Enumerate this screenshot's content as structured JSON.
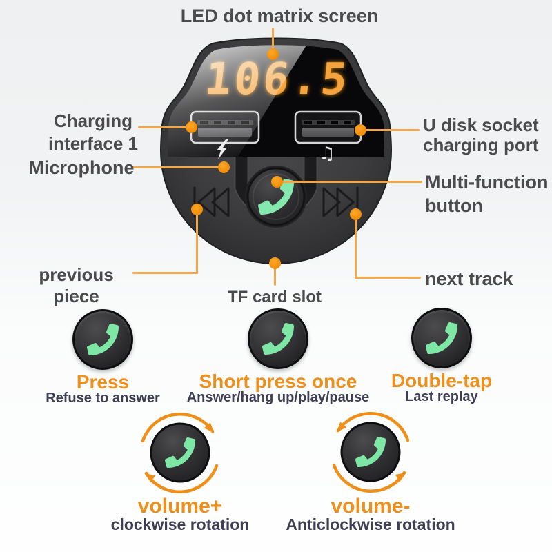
{
  "title": "LED dot matrix screen",
  "device": {
    "display": "106.5",
    "usb_music_glyph": "♫"
  },
  "labels": {
    "charging": {
      "line1": "Charging",
      "line2": "interface 1"
    },
    "microphone": "Microphone",
    "udisk": {
      "line1": "U disk socket",
      "line2": "charging port"
    },
    "multifunction": {
      "line1": "Multi-function",
      "line2": "button"
    },
    "previous": "previous piece",
    "next": "next track",
    "tf": "TF card slot"
  },
  "gestures": [
    {
      "title": "Press",
      "desc": "Refuse to answer"
    },
    {
      "title": "Short press once",
      "desc": "Answer/hang up/play/pause"
    },
    {
      "title": "Double-tap",
      "desc": "Last replay"
    }
  ],
  "rotations": [
    {
      "title": "volume+",
      "desc": "clockwise rotation",
      "direction": "clockwise"
    },
    {
      "title": "volume-",
      "desc": "Anticlockwise rotation",
      "direction": "anticlockwise"
    }
  ],
  "icons": {
    "phone": "phone-handset-icon",
    "lightning": "lightning-bolt-icon",
    "music_note": "music-note-icon",
    "previous_track": "previous-track-icon",
    "next_track": "next-track-icon"
  },
  "colors": {
    "accent_orange": "#ef8f1b",
    "leader_line": "#f2a84a",
    "led_display": "#f4a33c",
    "handset_green": "#7ee7a6",
    "label_gray": "#4b4b4d",
    "sub_label_navy": "#3e3e55",
    "device_body": "#3a3a3d",
    "screen_black": "#08080a"
  }
}
